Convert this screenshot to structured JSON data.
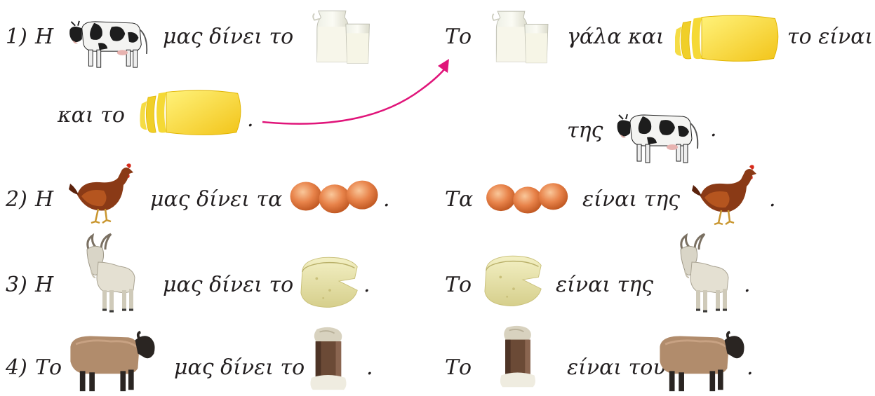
{
  "exercise": {
    "rows": [
      {
        "number": "1)",
        "left": {
          "subject": "Η",
          "verb": "μας δίνει το",
          "conjunction": "και το",
          "end": "."
        },
        "right": {
          "start": "Το",
          "middle": "γάλα και",
          "tail": "το είναι",
          "of": "της",
          "end": "."
        },
        "pictures": [
          "cow",
          "milk",
          "cheese-yellow"
        ]
      },
      {
        "number": "2)",
        "left": {
          "subject": "Η",
          "verb": "μας δίνει τα",
          "end": "."
        },
        "right": {
          "start": "Τα",
          "middle": "είναι της",
          "end": "."
        },
        "pictures": [
          "hen",
          "eggs"
        ]
      },
      {
        "number": "3)",
        "left": {
          "subject": "Η",
          "verb": "μας δίνει το",
          "end": "."
        },
        "right": {
          "start": "Το",
          "middle": "είναι της",
          "end": "."
        },
        "pictures": [
          "goat",
          "cheese-wheel"
        ]
      },
      {
        "number": "4)",
        "left": {
          "subject": "Το",
          "verb": "μας δίνει το",
          "end": "."
        },
        "right": {
          "start": "Το",
          "middle": "είναι του",
          "end": "."
        },
        "pictures": [
          "sheep",
          "wool"
        ]
      }
    ],
    "arrow_color": "#e0157a"
  }
}
